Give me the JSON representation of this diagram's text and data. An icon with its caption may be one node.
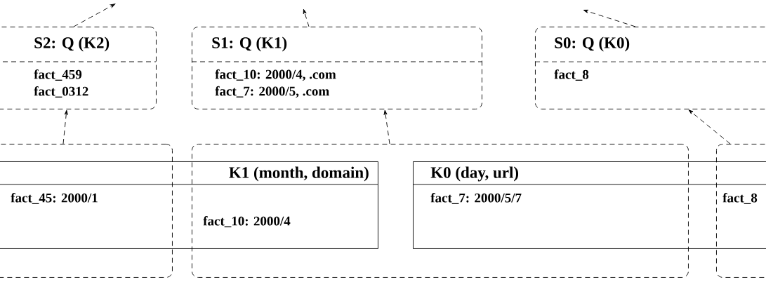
{
  "diagram": {
    "nodes": [
      {
        "text": [
          "S2: Q (K2)",
          "fact_459",
          "fact_0312"
        ]
      },
      {
        "text": [
          "S1: Q (K1)",
          "fact_10: 2000/4, .com",
          "fact_7: 2000/5, .com"
        ]
      },
      {
        "text": [
          "S0: Q (K0)",
          "fact_8"
        ]
      },
      {
        "text": [
          "K1 (month, domain)",
          "fact_10: 2000/4"
        ]
      },
      {
        "text": [
          "K0 (day, url)",
          "fact_7: 2000/5/7"
        ]
      },
      {
        "text": [
          "fact_45: 2000/1"
        ]
      },
      {
        "text": [],
        "shape": "box"
      },
      {
        "text": [
          "fact_8"
        ]
      }
    ],
    "edges": [
      {
        "from": 0,
        "to": null,
        "arrow": "to",
        "style": "dashed"
      },
      {
        "from": 1,
        "to": null,
        "arrow": "to",
        "style": "dashed"
      },
      {
        "from": 2,
        "to": null,
        "arrow": "to",
        "style": "dashed"
      },
      {
        "from": 5,
        "to": 0,
        "arrow": "to",
        "style": "dashed"
      },
      {
        "from": 6,
        "to": 1,
        "arrow": "to",
        "style": "dashed"
      },
      {
        "from": 7,
        "to": 2,
        "arrow": "to",
        "style": "dashed"
      }
    ]
  }
}
